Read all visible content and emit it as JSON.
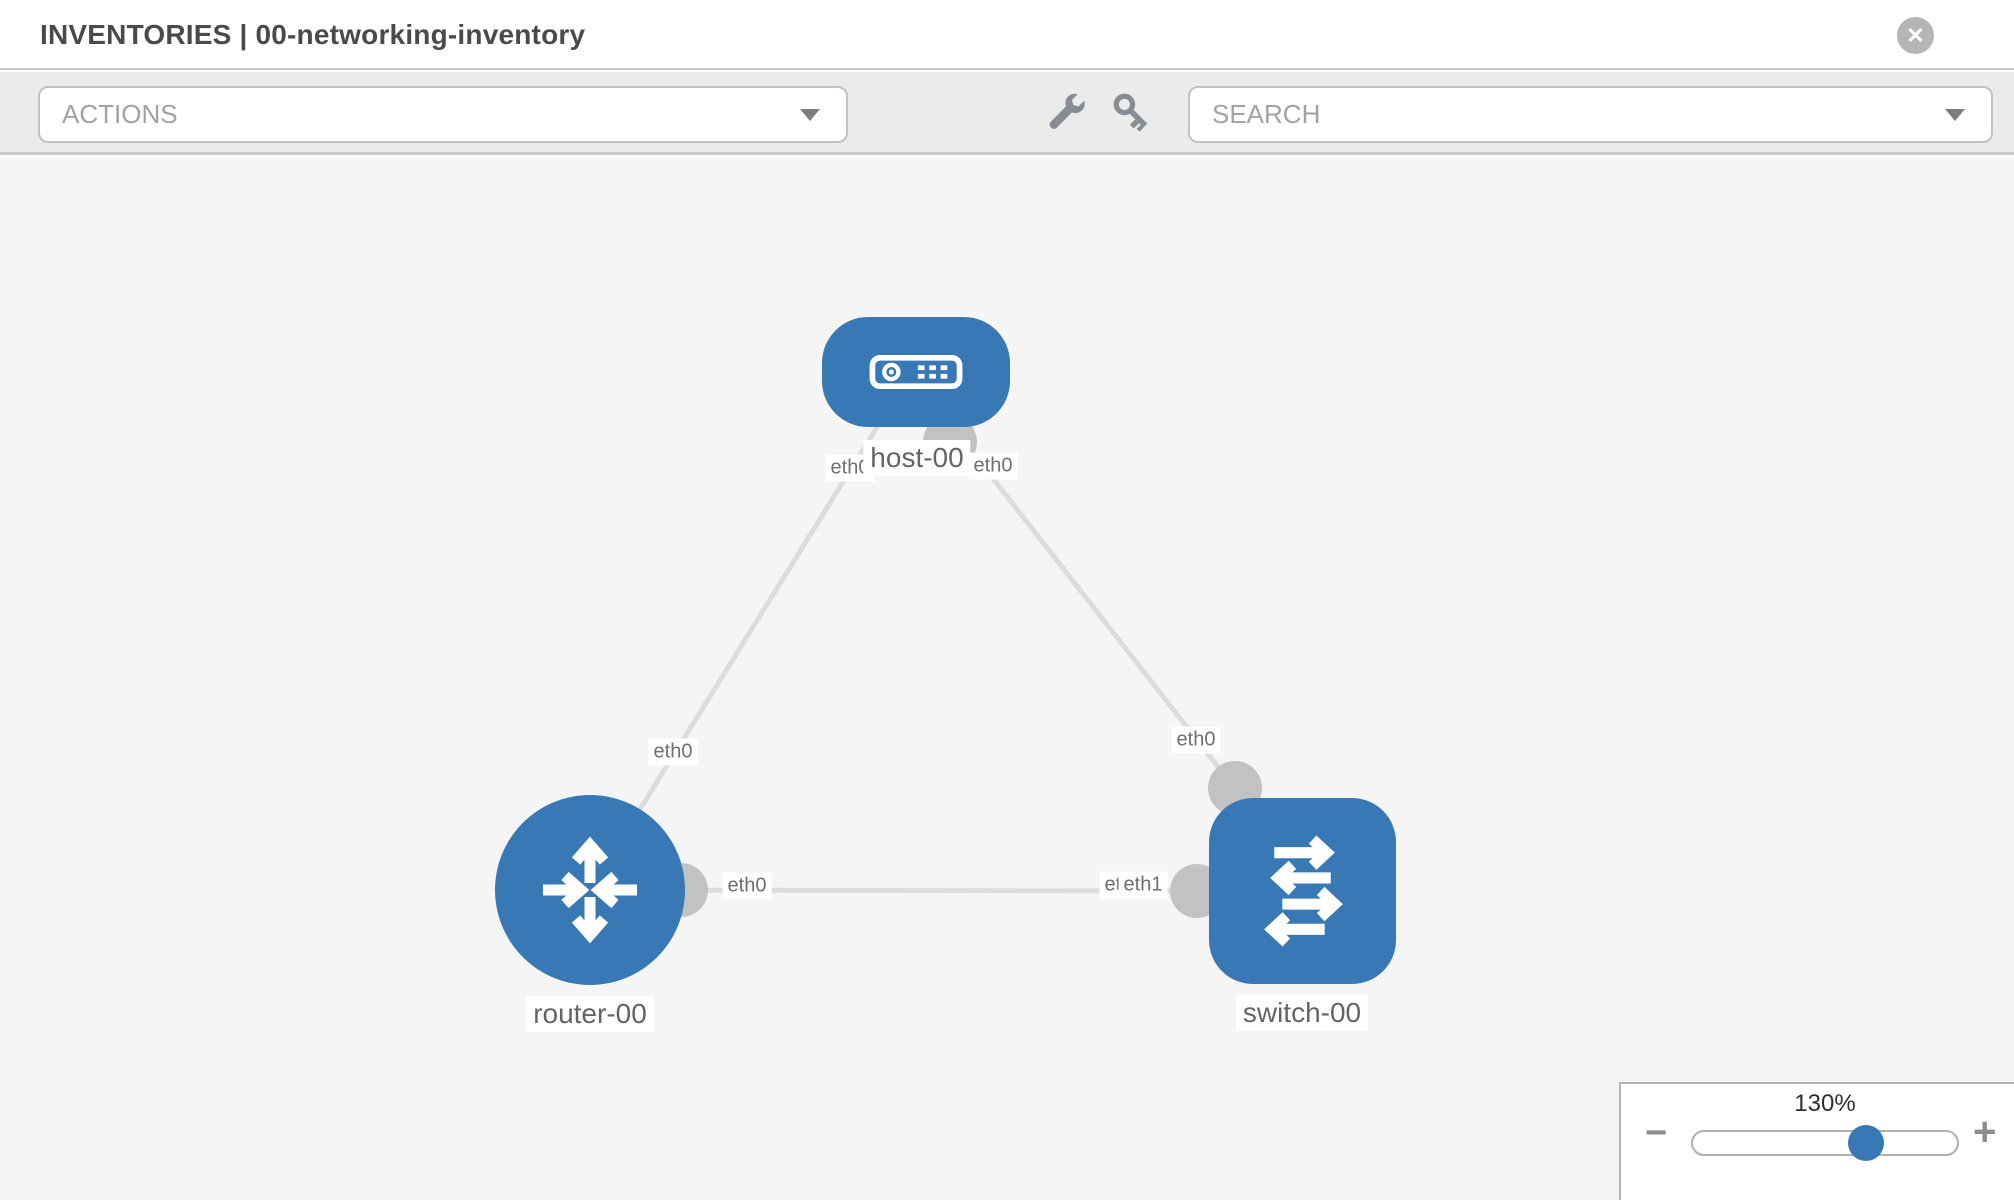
{
  "header": {
    "title": "INVENTORIES | 00-networking-inventory"
  },
  "toolbar": {
    "actions_label": "ACTIONS",
    "search_placeholder": "SEARCH"
  },
  "icons": {
    "close_glyph": "✕",
    "minus_glyph": "−",
    "plus_glyph": "+"
  },
  "colors": {
    "node_blue": "#3878b4",
    "link_gray": "#dcdcdc",
    "connector_gray": "#c2c2c2",
    "arrow_gray": "#9e9e9e",
    "canvas_bg": "#f5f5f5",
    "toolbar_bg": "#ebebeb"
  },
  "topology": {
    "nodes": [
      {
        "label": "host-00",
        "type": "host"
      },
      {
        "label": "router-00",
        "type": "router"
      },
      {
        "label": "switch-00",
        "type": "switch"
      }
    ],
    "interface_labels": [
      "eth0",
      "eth0",
      "eth0",
      "eth0",
      "eth0",
      "eth0",
      "eth1"
    ],
    "links": [
      {
        "from": "router-00",
        "from_if": "eth0",
        "to": "host-00",
        "to_if": "eth0"
      },
      {
        "from": "host-00",
        "from_if": "eth0",
        "to": "switch-00",
        "to_if": "eth0"
      },
      {
        "from": "router-00",
        "from_if": "eth0",
        "to": "switch-00",
        "to_if": "eth1"
      }
    ]
  },
  "zoom_control": {
    "percent": "130%"
  }
}
